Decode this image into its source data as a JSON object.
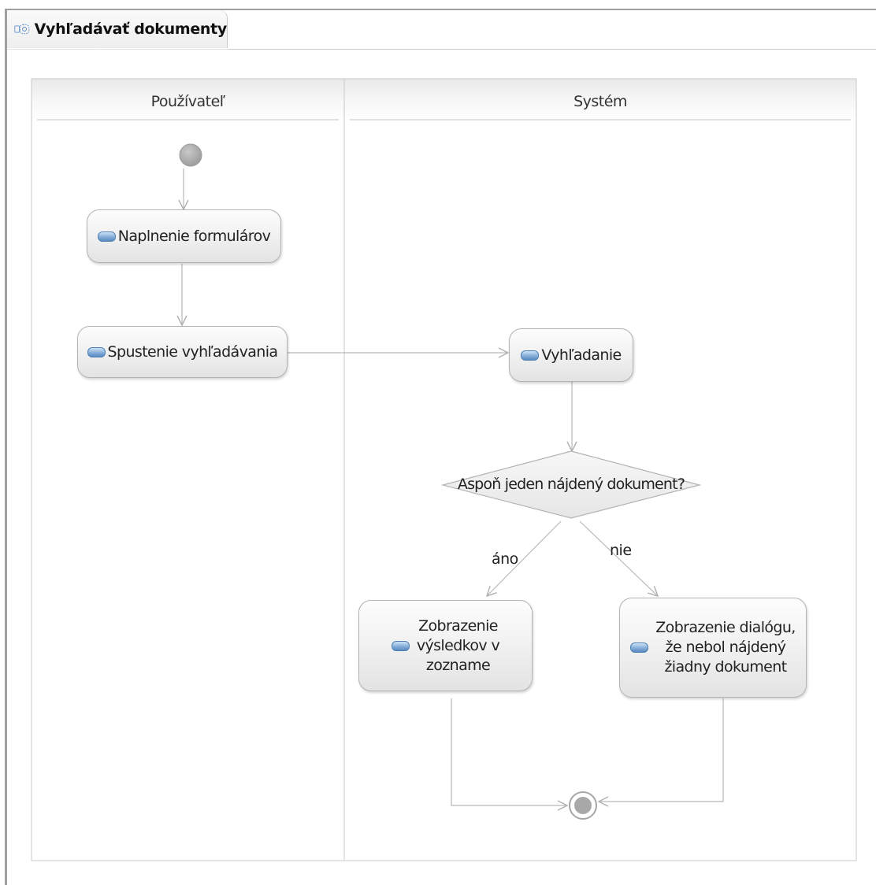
{
  "tab": {
    "title": "Vyhľadávať dokumenty",
    "icon": "activity-diagram-icon"
  },
  "lanes": [
    {
      "title": "Používateľ"
    },
    {
      "title": "Systém"
    }
  ],
  "nodes": {
    "initial": {
      "type": "initial-node"
    },
    "fill_forms": {
      "label": "Naplnenie formulárov"
    },
    "start_search": {
      "label": "Spustenie vyhľadávania"
    },
    "search": {
      "label": "Vyhľadanie"
    },
    "decision": {
      "label": "Aspoň jeden nájdený dokument?"
    },
    "show_results": {
      "lines": [
        "Zobrazenie",
        "výsledkov v",
        "zozname"
      ]
    },
    "show_dialog": {
      "lines": [
        "Zobrazenie dialógu,",
        "že nebol nájdený",
        "žiadny dokument"
      ]
    },
    "final": {
      "type": "final-node"
    }
  },
  "edges": {
    "yes_label": "áno",
    "no_label": "nie"
  },
  "colors": {
    "action_icon": "#6f9bd0",
    "initial_node": "#a8a8a8",
    "edge": "#b8b8b8",
    "lane_border": "#c8c8c8"
  }
}
